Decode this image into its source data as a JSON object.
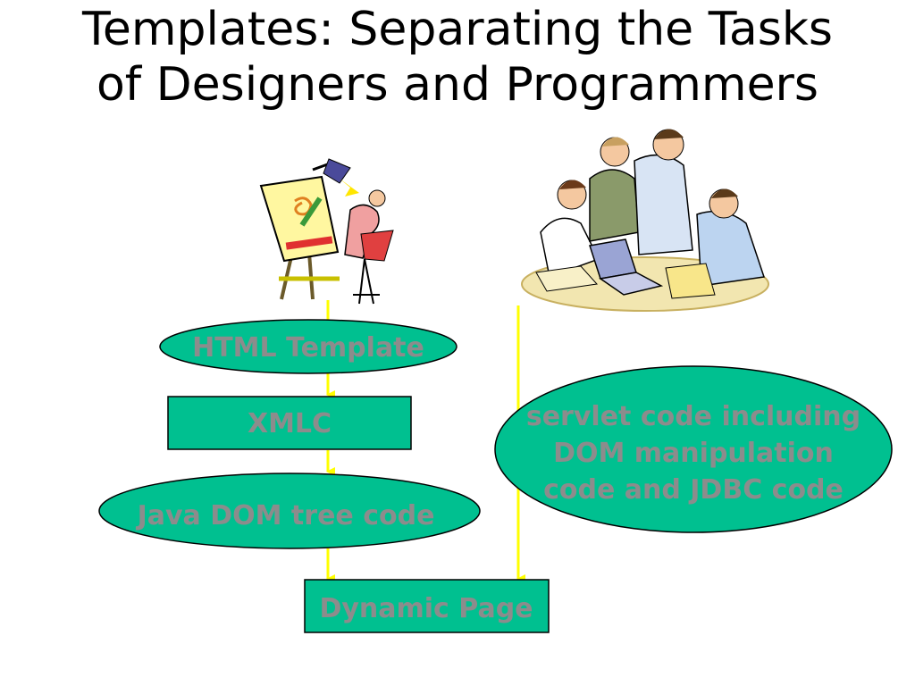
{
  "slide": {
    "title_line1": "Templates: Separating the Tasks",
    "title_line2": "of Designers and Programmers"
  },
  "nodes": {
    "html_template": "HTML Template",
    "xmlc": "XMLC",
    "java_dom": "Java DOM tree code",
    "servlet_line1": "servlet code including",
    "servlet_line2": "DOM manipulation",
    "servlet_line3": "code and JDBC code",
    "dynamic_page": "Dynamic Page"
  },
  "colors": {
    "node_fill": "#00c090",
    "node_text": "#8c8c8c",
    "arrow": "#ffff00"
  }
}
